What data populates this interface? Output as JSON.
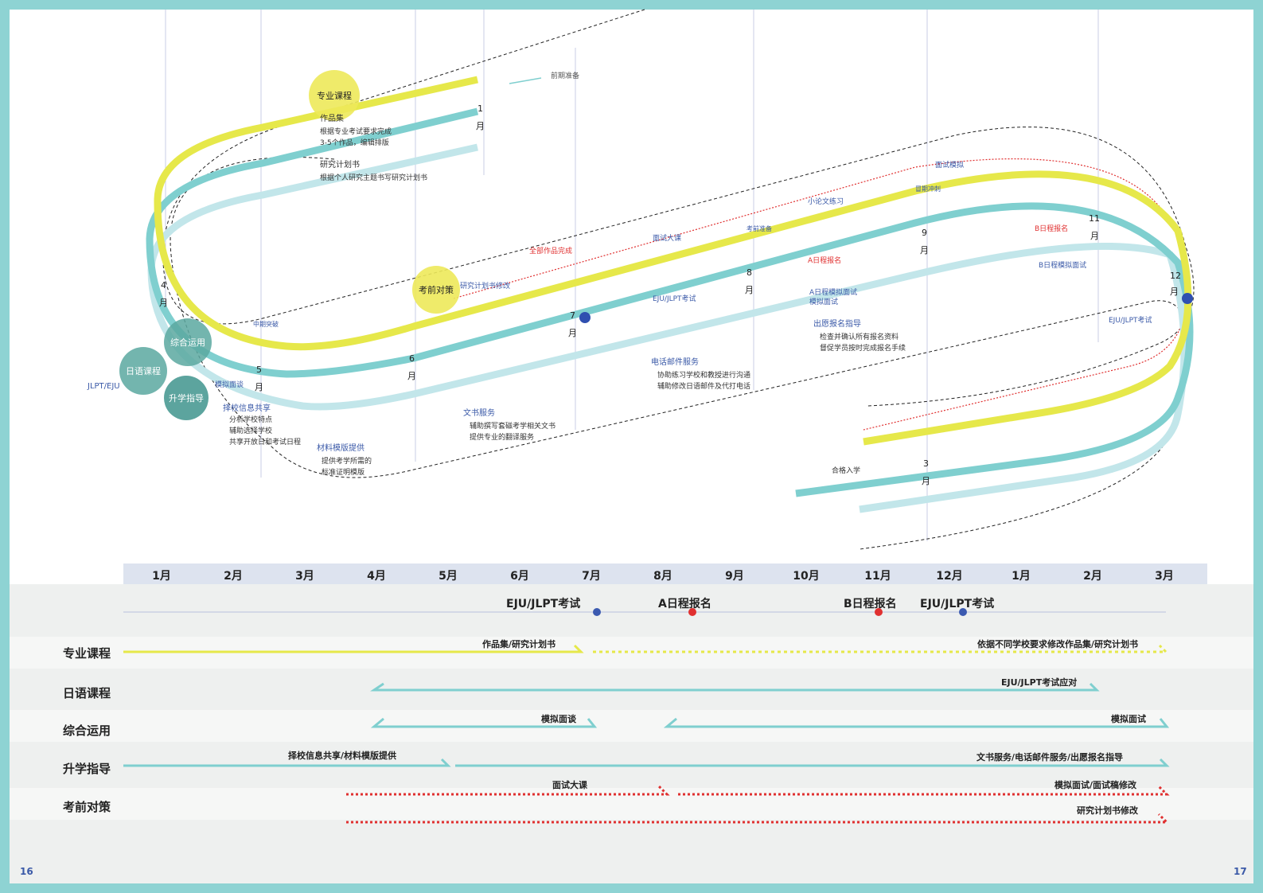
{
  "page_numbers": {
    "left": "16",
    "right": "17"
  },
  "months": [
    "1月",
    "2月",
    "3月",
    "4月",
    "5月",
    "6月",
    "7月",
    "8月",
    "9月",
    "10月",
    "11月",
    "12月",
    "1月",
    "2月",
    "3月"
  ],
  "milestones": [
    {
      "label": "EJU/JLPT考试",
      "color": "#3b5ab0"
    },
    {
      "label": "A日程报名",
      "color": "#e03030"
    },
    {
      "label": "B日程报名",
      "color": "#e03030"
    },
    {
      "label": "EJU/JLPT考试",
      "color": "#3b5ab0"
    }
  ],
  "rows": [
    {
      "label": "专业课程",
      "bars": [
        "作品集/研究计划书",
        "依据不同学校要求修改作品集/研究计划书"
      ]
    },
    {
      "label": "日语课程",
      "bars": [
        "EJU/JLPT考试应对"
      ]
    },
    {
      "label": "综合运用",
      "bars": [
        "模拟面谈",
        "模拟面试"
      ]
    },
    {
      "label": "升学指导",
      "bars": [
        "择校信息共享/材料模版提供",
        "文书服务/电话邮件服务/出愿报名指导"
      ]
    },
    {
      "label": "考前对策",
      "bars": [
        "面试大课",
        "模拟面试/面试稿修改",
        "研究计划书修改"
      ]
    }
  ],
  "isometric": {
    "circles": [
      "专业课程",
      "考前对策",
      "综合运用",
      "日语课程",
      "升学指导"
    ],
    "jlpt_eju": "JLPT/EJU",
    "prep": "前期准备",
    "portfolio": "作品集",
    "portfolio_note1": "根据专业考试要求完成",
    "portfolio_note2": "3-5个作品，编辑排版",
    "research": "研究计划书",
    "research_note": "根据个人研究主题书写研究计划书",
    "mock_talk": "模拟面谈",
    "school_info": "择校信息共享",
    "school_note1": "分析学校特点",
    "school_note2": "辅助选择学校",
    "school_note3": "共享开放日和考试日程",
    "material": "材料模版提供",
    "material_note1": "提供考学所需的",
    "material_note2": "标准证明模版",
    "midterm": "中期突破",
    "doc_service": "文书服务",
    "doc_note1": "辅助撰写套磁考学相关文书",
    "doc_note2": "提供专业的翻译服务",
    "research_revise": "研究计划书修改",
    "all_done": "全部作品完成",
    "interview_class": "面试大课",
    "eju_jlpt": "EJU/JLPT考试",
    "phone_mail": "电话邮件服务",
    "phone_note1": "协助练习学校和教授进行沟通",
    "phone_note2": "辅助修改日语邮件及代打电话",
    "pre_exam": "考前准备",
    "a_apply": "A日程报名",
    "a_mock": "A日程模拟面试",
    "mock_interview": "模拟面试",
    "apply_guide": "出愿报名指导",
    "apply_note1": "检查并确认所有报名资料",
    "apply_note2": "督促学员按时完成报名手续",
    "essay": "小论文练习",
    "final_sprint": "冒期冲刺",
    "interview_mock": "面试模拟",
    "b_apply": "B日程报名",
    "b_mock": "B日程模拟面试",
    "eju_jlpt2": "EJU/JLPT考试",
    "admit": "合格入学",
    "m1": "1",
    "m4": "4",
    "m5": "5",
    "m6": "6",
    "m7": "7",
    "m8": "8",
    "m9": "9",
    "m11": "11",
    "m12": "12",
    "m3": "3",
    "yue": "月"
  }
}
